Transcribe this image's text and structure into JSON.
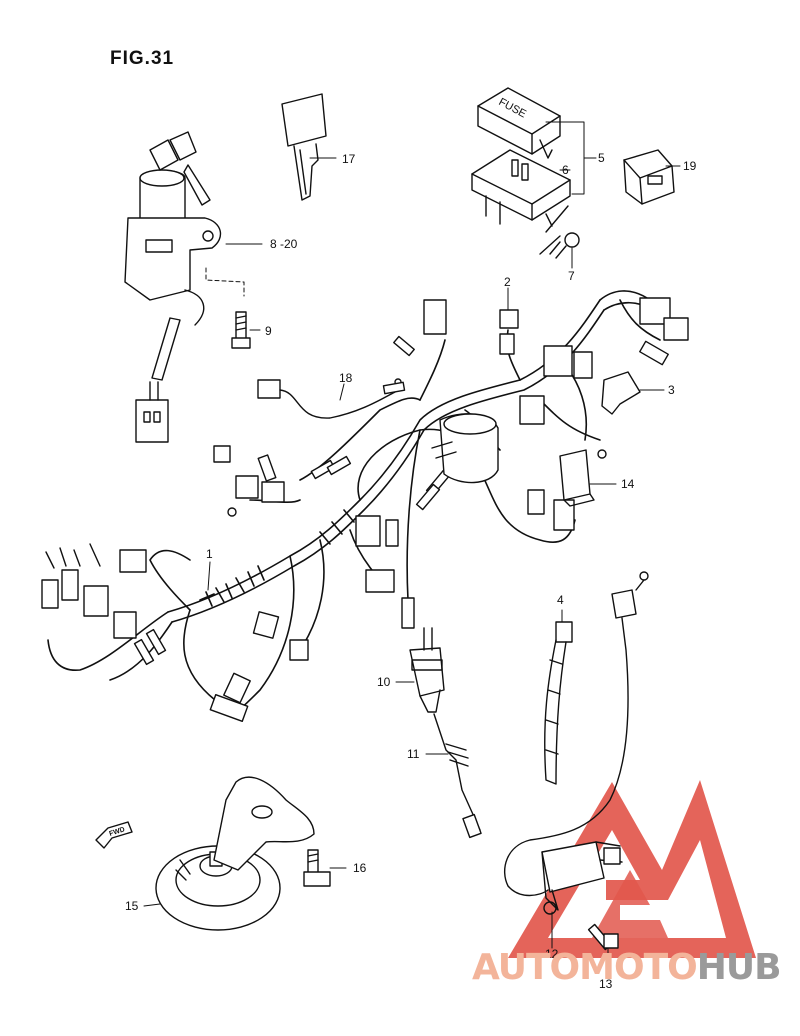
{
  "figure": {
    "title": "FIG.31"
  },
  "callouts": [
    {
      "id": "c1",
      "label": "1"
    },
    {
      "id": "c2",
      "label": "2"
    },
    {
      "id": "c3",
      "label": "3"
    },
    {
      "id": "c4",
      "label": "4"
    },
    {
      "id": "c5",
      "label": "5"
    },
    {
      "id": "c6",
      "label": "6"
    },
    {
      "id": "c7",
      "label": "7"
    },
    {
      "id": "c8",
      "label": "8 -20"
    },
    {
      "id": "c9",
      "label": "9"
    },
    {
      "id": "c10",
      "label": "10"
    },
    {
      "id": "c11",
      "label": "11"
    },
    {
      "id": "c12",
      "label": "12"
    },
    {
      "id": "c13",
      "label": "13"
    },
    {
      "id": "c14",
      "label": "14"
    },
    {
      "id": "c15",
      "label": "15"
    },
    {
      "id": "c16",
      "label": "16"
    },
    {
      "id": "c17",
      "label": "17"
    },
    {
      "id": "c18",
      "label": "18"
    },
    {
      "id": "c19",
      "label": "19"
    }
  ],
  "fuse_box": {
    "lid_label": "FUSE"
  },
  "direction_marker": {
    "label": "FWD"
  },
  "watermark": {
    "part1": "AUTOMOTO",
    "part2": "HUB"
  },
  "colors": {
    "line": "#111111",
    "logo_red": "#e2574c",
    "logo_pale": "#f3b49a",
    "logo_gray": "#9a9a9a"
  }
}
